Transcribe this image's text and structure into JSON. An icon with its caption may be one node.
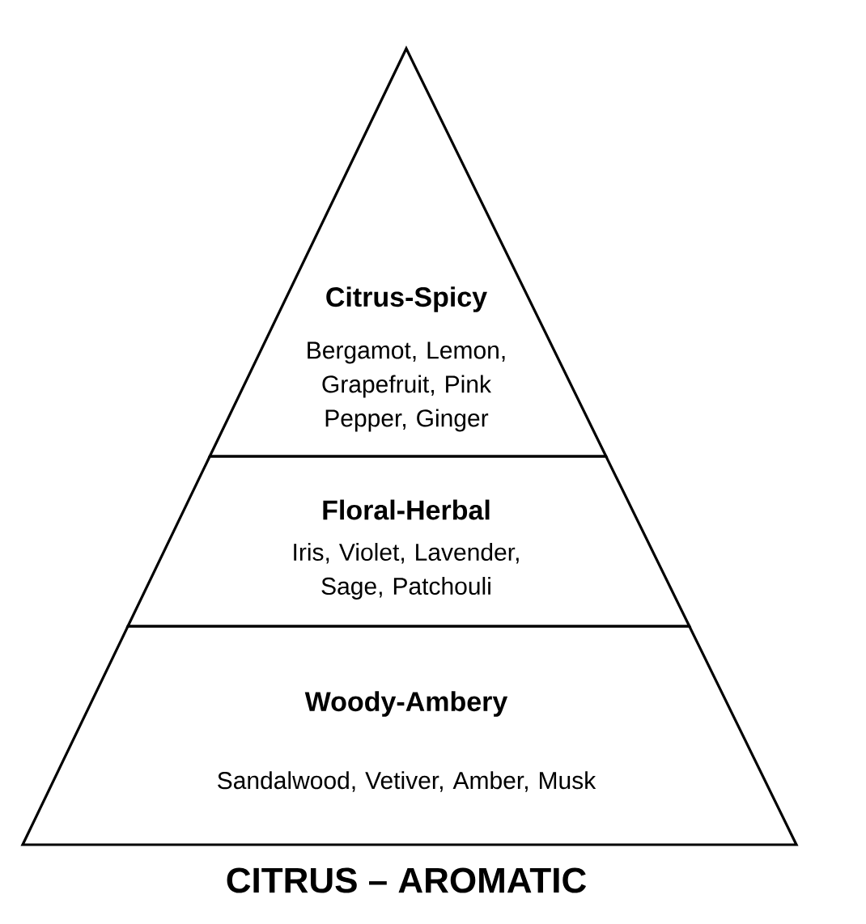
{
  "diagram": {
    "caption": "CITRUS – AROMATIC",
    "nodes": [
      {
        "text": [
          "Citrus-Spicy",
          "Bergamot, Lemon, Grapefruit, Pink Pepper, Ginger"
        ]
      },
      {
        "text": [
          "Floral-Herbal",
          "Iris, Violet, Lavender, Sage, Patchouli"
        ]
      },
      {
        "text": [
          "Woody-Ambery",
          "Sandalwood, Vetiver, Amber, Musk"
        ]
      }
    ]
  }
}
